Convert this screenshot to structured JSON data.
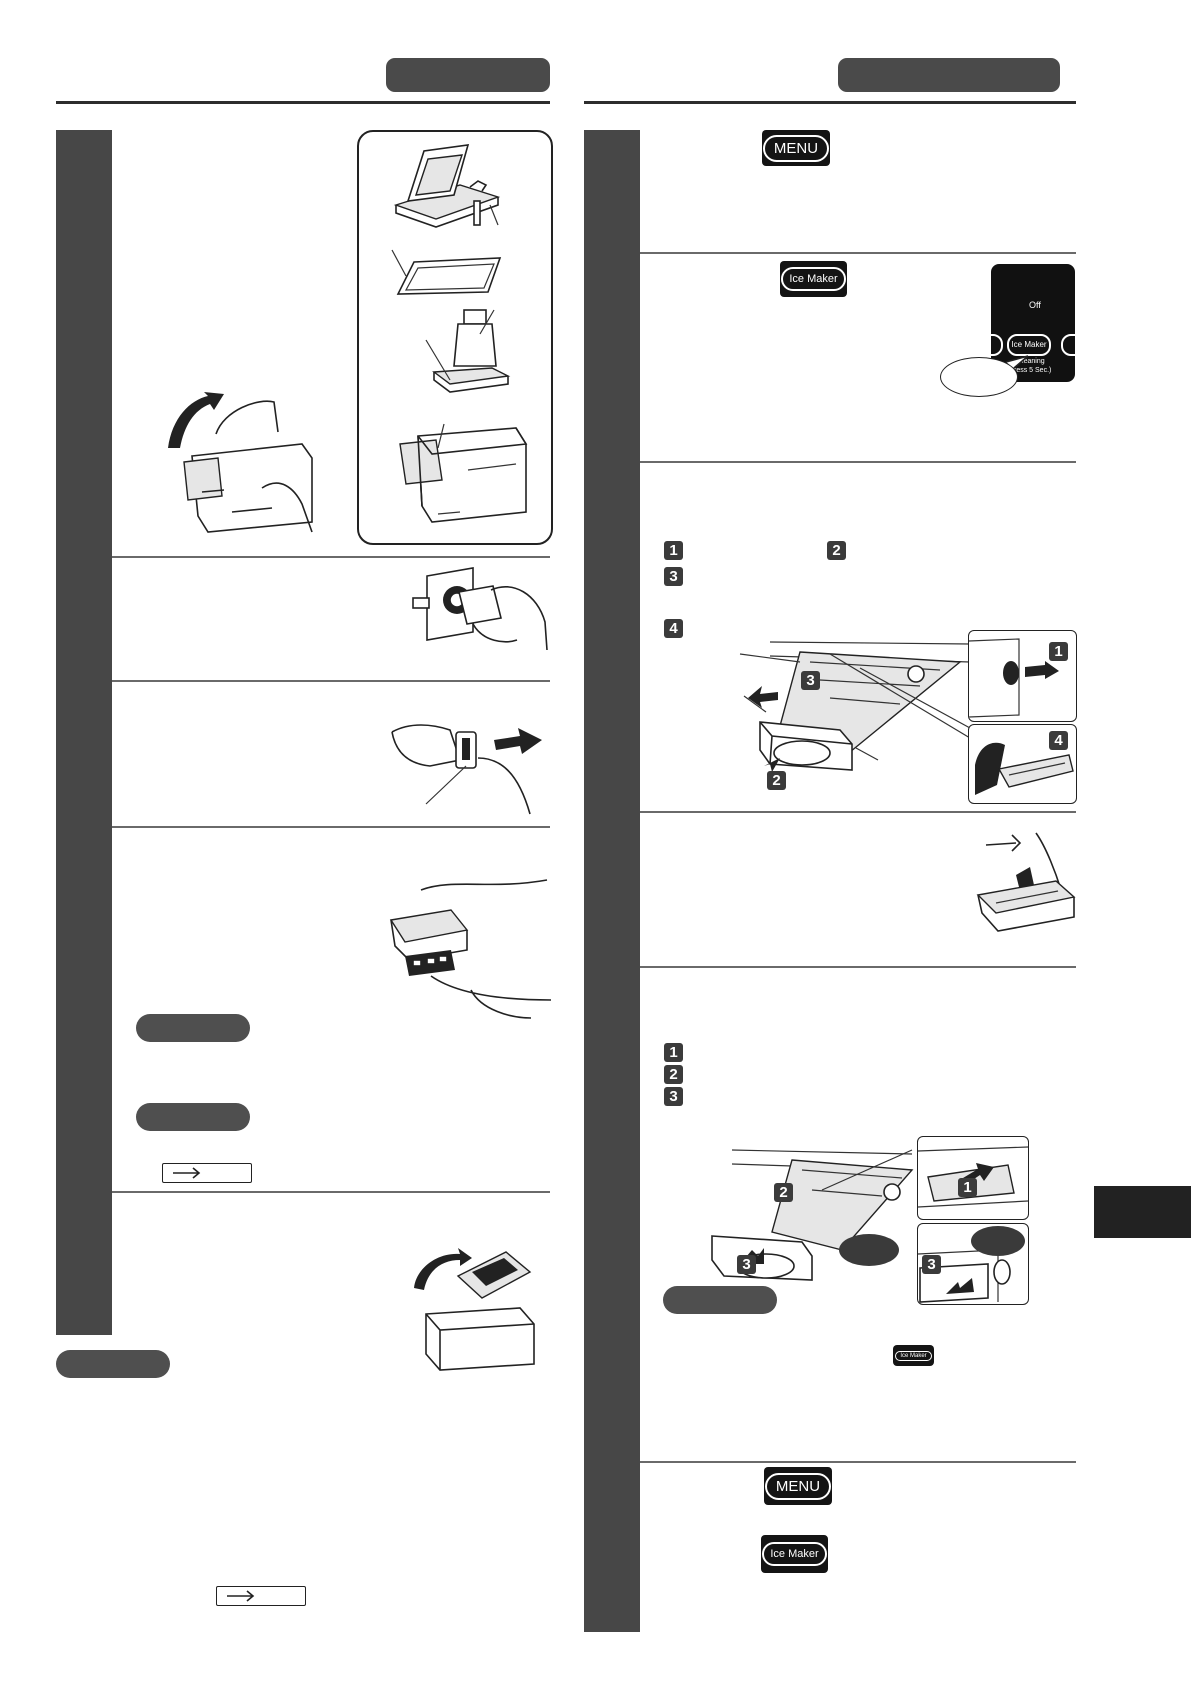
{
  "left_column": {
    "header_pill_label": "",
    "steps": [
      {
        "label": "",
        "text": ""
      },
      {
        "label": "",
        "text": ""
      },
      {
        "label": "",
        "text": ""
      },
      {
        "label": "",
        "text": ""
      },
      {
        "label": "",
        "text": ""
      }
    ]
  },
  "right_column": {
    "header_pill_label": "",
    "menu_button_label": "MENU",
    "ice_maker_button_label": "Ice Maker",
    "panel": {
      "off_label": "Off",
      "ice_maker_label": "Ice Maker",
      "cleaning_label": "Cleaning",
      "cleaning_sub_label": "(Press 5 Sec.)"
    },
    "numbered_markers": {
      "step3": [
        "1",
        "2",
        "3",
        "4"
      ],
      "step5": [
        "1",
        "2",
        "3"
      ]
    },
    "callout_numbers": {
      "step3_figure": [
        "1",
        "2",
        "3",
        "4"
      ],
      "step5_figure": [
        "1",
        "2",
        "3",
        "3"
      ]
    },
    "small_ice_maker_label": "Ice Maker"
  },
  "icons": {
    "arrow": "right-arrow-icon",
    "rotate": "curved-arrow-icon"
  },
  "colors": {
    "bar": "#474747",
    "pill": "#4a4a4a",
    "button_bg": "#141414",
    "side_tab": "#222222"
  }
}
